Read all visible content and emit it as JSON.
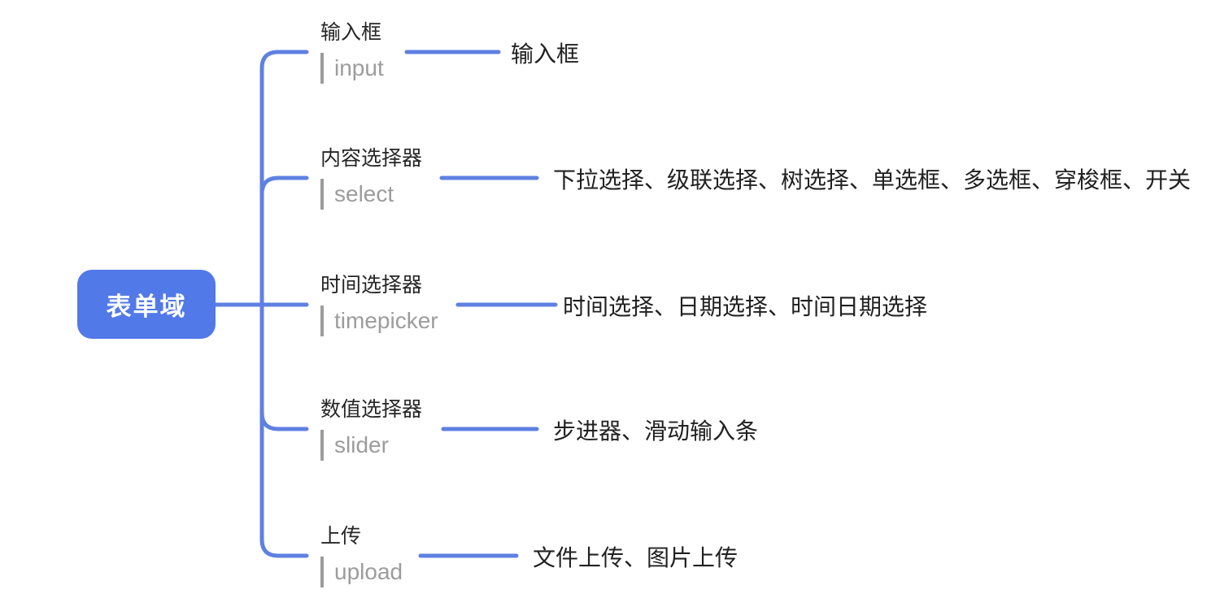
{
  "diagram": {
    "type": "mindmap",
    "root": {
      "label": "表单域"
    },
    "branches": [
      {
        "title": "输入框",
        "code": "input",
        "leaf": "输入框"
      },
      {
        "title": "内容选择器",
        "code": "select",
        "leaf": "下拉选择、级联选择、树选择、单选框、多选框、穿梭框、开关"
      },
      {
        "title": "时间选择器",
        "code": "timepicker",
        "leaf": "时间选择、日期选择、时间日期选择"
      },
      {
        "title": "数值选择器",
        "code": "slider",
        "leaf": "步进器、滑动输入条"
      },
      {
        "title": "上传",
        "code": "upload",
        "leaf": "文件上传、图片上传"
      }
    ],
    "colors": {
      "root_node_background": "#5279e8",
      "root_node_text": "#ffffff",
      "connector_line": "#5f80e2",
      "branch_title_text": "#262626",
      "branch_code_text": "#9c9c9c",
      "code_bar": "#9c9c9c",
      "leaf_text": "#212121",
      "background": "#ffffff"
    }
  }
}
